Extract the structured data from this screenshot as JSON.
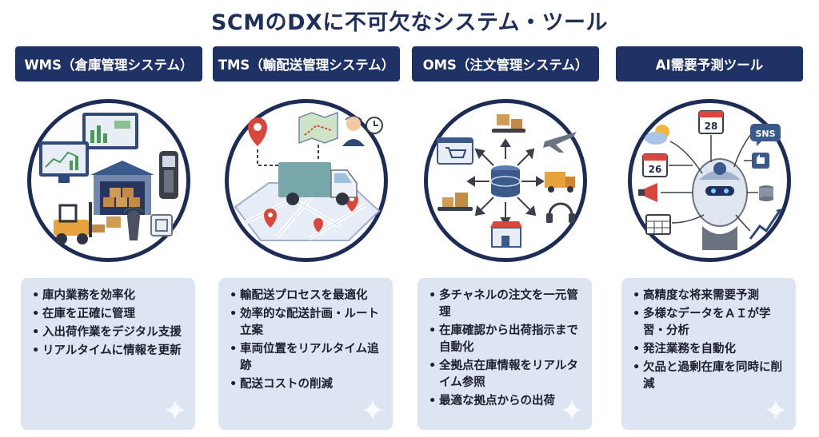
{
  "title": "SCMのDXに不可欠なシステム・ツール",
  "columns": [
    {
      "header": "WMS（倉庫管理システム）",
      "bullets": [
        "庫内業務を効率化",
        "在庫を正確に管理",
        "入出荷作業をデジタル支援",
        "リアルタイムに情報を更新"
      ]
    },
    {
      "header": "TMS（輸配送管理システム）",
      "bullets": [
        "輸配送プロセスを最適化",
        "効率的な配送計画・ルート立案",
        "車両位置をリアルタイム追跡",
        "配送コストの削減"
      ]
    },
    {
      "header": "OMS（注文管理システム）",
      "bullets": [
        "多チャネルの注文を一元管理",
        "在庫確認から出荷指示まで自動化",
        "全拠点在庫情報をリアルタイム参照",
        "最適な拠点からの出荷"
      ]
    },
    {
      "header": "AI需要予測ツール",
      "bullets": [
        "高精度な将来需要予測",
        "多様なデータをＡＩが学習・分析",
        "発注業務を自動化",
        "欠品と過剰在庫を同時に削減"
      ]
    }
  ],
  "ai_icons": {
    "calendar_top": "28",
    "calendar_left": "26",
    "sns_label": "SNS"
  },
  "colors": {
    "navy": "#1f3265",
    "card": "#dde4f2",
    "accent_orange": "#e8a23c",
    "accent_red": "#d9463b"
  }
}
